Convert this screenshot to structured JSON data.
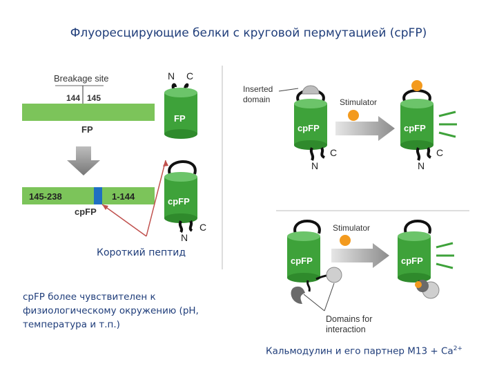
{
  "title": "Флуоресцирующие белки с круговой пермутацией (cpFP)",
  "left_panel": {
    "breakage_site": "Breakage site",
    "site_left": "144",
    "site_right": "145",
    "fp_label": "FP",
    "seg_left": "145-238",
    "seg_right": "1-144",
    "cpfp_label": "cpFP",
    "can_fp": "FP",
    "can_cpfp": "cpFP",
    "n": "N",
    "c": "C",
    "short_peptide": "Короткий пептид",
    "note": "cpFP более чувствителен к физиологическому окружению (pH, температура и т.п.)"
  },
  "right_panel": {
    "inserted_domain": "Inserted domain",
    "stimulator": "Stimulator",
    "cpfp": "cpFP",
    "n": "N",
    "c": "C",
    "domains_for_interaction": "Domains for interaction",
    "calmodulin_text": "Кальмодулин и его партнер М13  + Ca",
    "calmodulin_sup": "2+"
  },
  "colors": {
    "green": "#3ea23a",
    "green_dark": "#2a7a28",
    "green_top": "#6cc46a",
    "bar_green": "#7cc45a",
    "blue": "#1f6fc2",
    "orange": "#f39a1e",
    "arrow_gray": "#9a9a9a",
    "red_line": "#c0504d",
    "text_blue": "#1f3d7a"
  }
}
